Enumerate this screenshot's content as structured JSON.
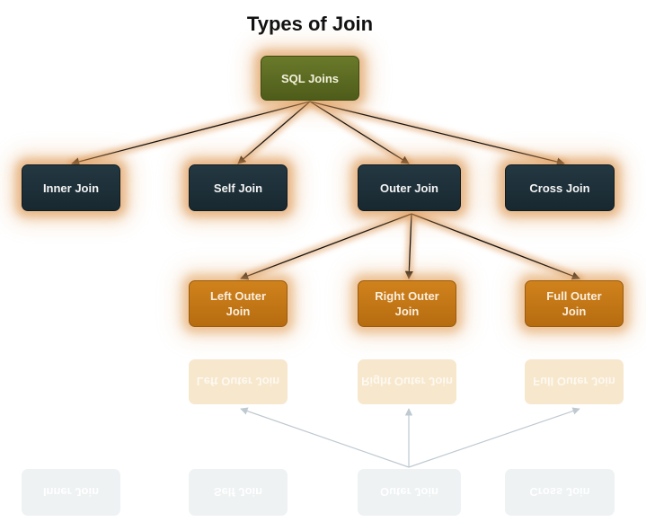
{
  "title": "Types of Join",
  "root": {
    "label": "SQL Joins"
  },
  "join_types": [
    {
      "label": "Inner Join"
    },
    {
      "label": "Self Join"
    },
    {
      "label": "Outer Join"
    },
    {
      "label": "Cross Join"
    }
  ],
  "outer_joins": [
    {
      "label": "Left Outer Join"
    },
    {
      "label": "Right Outer Join"
    },
    {
      "label": "Full Outer Join"
    }
  ],
  "colors": {
    "root_fill": "#5b6a22",
    "type_fill": "#1e3038",
    "sub_fill": "#c4761a",
    "glow": "#e0a066",
    "arrow": "#111111",
    "reflected_arrow": "#b8c4cc"
  }
}
